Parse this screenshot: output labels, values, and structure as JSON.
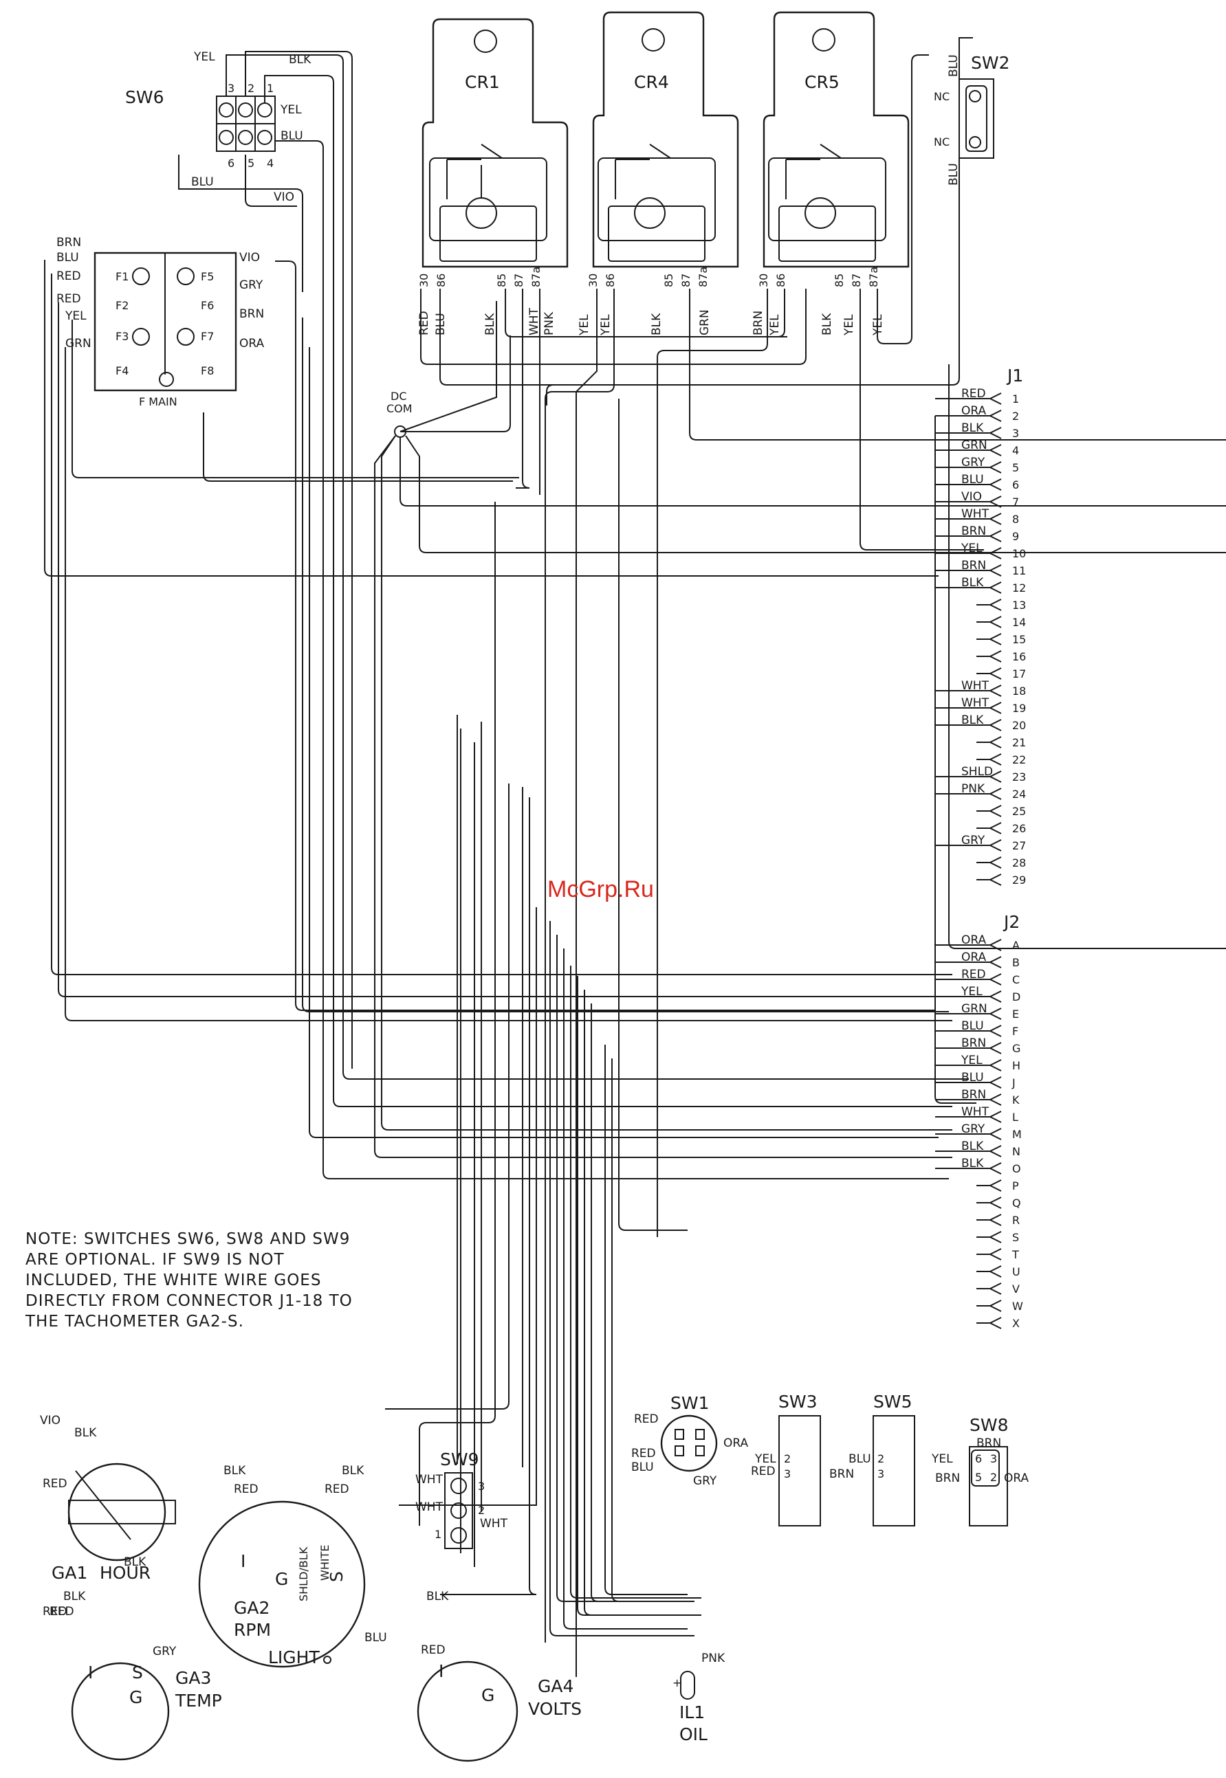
{
  "watermark": "McGrp.Ru",
  "note": [
    "NOTE:  SWITCHES SW6, SW8 AND SW9",
    "ARE OPTIONAL.  IF SW9 IS NOT",
    "INCLUDED, THE WHITE WIRE GOES",
    "DIRECTLY FROM CONNECTOR J1-18 TO",
    "THE TACHOMETER GA2-S."
  ],
  "components": {
    "cr1": "CR1",
    "cr4": "CR4",
    "cr5": "CR5",
    "sw1": "SW1",
    "sw2": "SW2",
    "sw3": "SW3",
    "sw5": "SW5",
    "sw6": "SW6",
    "sw8": "SW8",
    "sw9": "SW9",
    "ga1": [
      "GA1",
      "HOUR"
    ],
    "ga2": [
      "GA2",
      "RPM"
    ],
    "ga3": [
      "GA3",
      "TEMP"
    ],
    "ga4": [
      "GA4",
      "VOLTS"
    ],
    "il1": [
      "IL1",
      "OIL"
    ],
    "dc_com": [
      "DC",
      "COM"
    ],
    "f_main": "F MAIN"
  },
  "relay_pins": [
    "30",
    "86",
    "85",
    "87",
    "87a"
  ],
  "relay_wires": {
    "cr1": [
      "RED",
      "BLU",
      "BLK",
      "WHT",
      "PNK"
    ],
    "cr4": [
      "YEL",
      "YEL",
      "BLK",
      "GRN"
    ],
    "cr5": [
      "BRN",
      "YEL",
      "BLK",
      "YEL",
      "YEL"
    ]
  },
  "fuse_block": {
    "fuses": [
      "F1",
      "F2",
      "F3",
      "F4",
      "F5",
      "F6",
      "F7",
      "F8"
    ],
    "left_wires": [
      "BRN",
      "BLU",
      "RED",
      "RED",
      "YEL",
      "GRN"
    ],
    "right_wires": [
      "VIO",
      "GRY",
      "BRN",
      "ORA"
    ]
  },
  "sw2_labels": [
    "NC",
    "NC",
    "BLU",
    "BLU"
  ],
  "sw6": {
    "terminals": [
      "3",
      "2",
      "1",
      "6",
      "5",
      "4"
    ],
    "wires": [
      "YEL",
      "BLK",
      "YEL",
      "BLU",
      "BLU",
      "VIO"
    ]
  },
  "connectors": {
    "j1": {
      "label": "J1",
      "pins": [
        {
          "n": "1",
          "w": "RED"
        },
        {
          "n": "2",
          "w": "ORA"
        },
        {
          "n": "3",
          "w": "BLK"
        },
        {
          "n": "4",
          "w": "GRN"
        },
        {
          "n": "5",
          "w": "GRY"
        },
        {
          "n": "6",
          "w": "BLU"
        },
        {
          "n": "7",
          "w": "VIO"
        },
        {
          "n": "8",
          "w": "WHT"
        },
        {
          "n": "9",
          "w": "BRN"
        },
        {
          "n": "10",
          "w": "YEL"
        },
        {
          "n": "11",
          "w": "BRN"
        },
        {
          "n": "12",
          "w": "BLK"
        },
        {
          "n": "13",
          "w": ""
        },
        {
          "n": "14",
          "w": ""
        },
        {
          "n": "15",
          "w": ""
        },
        {
          "n": "16",
          "w": ""
        },
        {
          "n": "17",
          "w": ""
        },
        {
          "n": "18",
          "w": "WHT"
        },
        {
          "n": "19",
          "w": "WHT"
        },
        {
          "n": "20",
          "w": "BLK"
        },
        {
          "n": "21",
          "w": ""
        },
        {
          "n": "22",
          "w": ""
        },
        {
          "n": "23",
          "w": "SHLD"
        },
        {
          "n": "24",
          "w": "PNK"
        },
        {
          "n": "25",
          "w": ""
        },
        {
          "n": "26",
          "w": ""
        },
        {
          "n": "27",
          "w": "GRY"
        },
        {
          "n": "28",
          "w": ""
        },
        {
          "n": "29",
          "w": ""
        }
      ]
    },
    "j2": {
      "label": "J2",
      "pins": [
        {
          "n": "A",
          "w": "ORA"
        },
        {
          "n": "B",
          "w": "ORA"
        },
        {
          "n": "C",
          "w": "RED"
        },
        {
          "n": "D",
          "w": "YEL"
        },
        {
          "n": "E",
          "w": "GRN"
        },
        {
          "n": "F",
          "w": "BLU"
        },
        {
          "n": "G",
          "w": "BRN"
        },
        {
          "n": "H",
          "w": "YEL"
        },
        {
          "n": "J",
          "w": "BLU"
        },
        {
          "n": "K",
          "w": "BRN"
        },
        {
          "n": "L",
          "w": "WHT"
        },
        {
          "n": "M",
          "w": "GRY"
        },
        {
          "n": "N",
          "w": "BLK"
        },
        {
          "n": "O",
          "w": "BLK"
        },
        {
          "n": "P",
          "w": ""
        },
        {
          "n": "Q",
          "w": ""
        },
        {
          "n": "R",
          "w": ""
        },
        {
          "n": "S",
          "w": ""
        },
        {
          "n": "T",
          "w": ""
        },
        {
          "n": "U",
          "w": ""
        },
        {
          "n": "V",
          "w": ""
        },
        {
          "n": "W",
          "w": ""
        },
        {
          "n": "X",
          "w": ""
        }
      ]
    }
  },
  "gauge_pins": {
    "ga2": [
      "I",
      "G",
      "SHLD/BLK",
      "WHITE",
      "S",
      "LIGHT"
    ],
    "ga3": [
      "I",
      "S",
      "G"
    ],
    "ga4": [
      "I",
      "G"
    ],
    "ga1": [
      "+",
      "-"
    ]
  },
  "sw1_wires": [
    "RED",
    "RED",
    "BLU",
    "ORA",
    "GRY"
  ],
  "sw3_wires": [
    "YEL",
    "RED",
    "2",
    "3"
  ],
  "sw5_wires": [
    "BLU",
    "BRN",
    "2",
    "3"
  ],
  "sw8": {
    "terminals": [
      "6",
      "3",
      "5",
      "2"
    ],
    "wires": [
      "BRN",
      "YEL",
      "BRN",
      "ORA"
    ]
  },
  "sw9": {
    "terminals": [
      "3",
      "2",
      "1"
    ],
    "wires": [
      "WHT",
      "WHT",
      "WHT"
    ]
  },
  "gauge_wires": [
    "VIO",
    "BLK",
    "RED",
    "BLK",
    "RED",
    "BLK",
    "RED",
    "BLK",
    "RED",
    "GRY",
    "BLK",
    "RED",
    "BLU",
    "BLK",
    "RED",
    "PNK",
    "BLK",
    "BLK",
    "BLK",
    "BLK"
  ]
}
